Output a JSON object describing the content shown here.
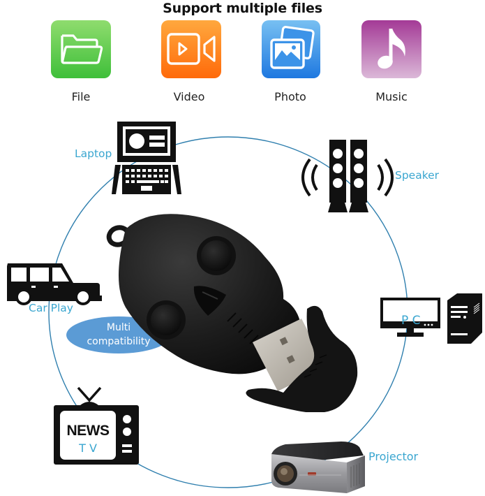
{
  "header": {
    "title": "Support multiple files"
  },
  "file_types": [
    {
      "label": "File",
      "icon": "folder-icon",
      "color_top": "#8fdc6e",
      "color_bottom": "#3fbf3a"
    },
    {
      "label": "Video",
      "icon": "video-camera-icon",
      "color_top": "#ffa23a",
      "color_bottom": "#ff6a0a"
    },
    {
      "label": "Photo",
      "icon": "photo-gallery-icon",
      "color_top": "#6ab8f0",
      "color_bottom": "#1e78e0"
    },
    {
      "label": "Music",
      "icon": "music-note-icon",
      "color_top": "#a43a96",
      "color_bottom": "#d7b2d4"
    }
  ],
  "devices": {
    "laptop": {
      "label": "Laptop",
      "icon": "laptop-icon"
    },
    "speaker": {
      "label": "Speaker",
      "icon": "speaker-icon"
    },
    "car": {
      "label": "Car Play",
      "icon": "car-icon"
    },
    "pc": {
      "label": "P C",
      "icon": "desktop-pc-icon"
    },
    "tv": {
      "label_news": "NEWS",
      "label_tv": "T V",
      "icon": "tv-icon"
    },
    "projector": {
      "label": "Projector",
      "icon": "projector-icon"
    }
  },
  "badge": {
    "line1": "Multi",
    "line2": "compatibility",
    "color": "#5b9bd5"
  },
  "product": {
    "name": "skull-usb-flash-drive"
  },
  "colors": {
    "accent_label": "#3aa6d0",
    "ring": "#2f7fae"
  }
}
